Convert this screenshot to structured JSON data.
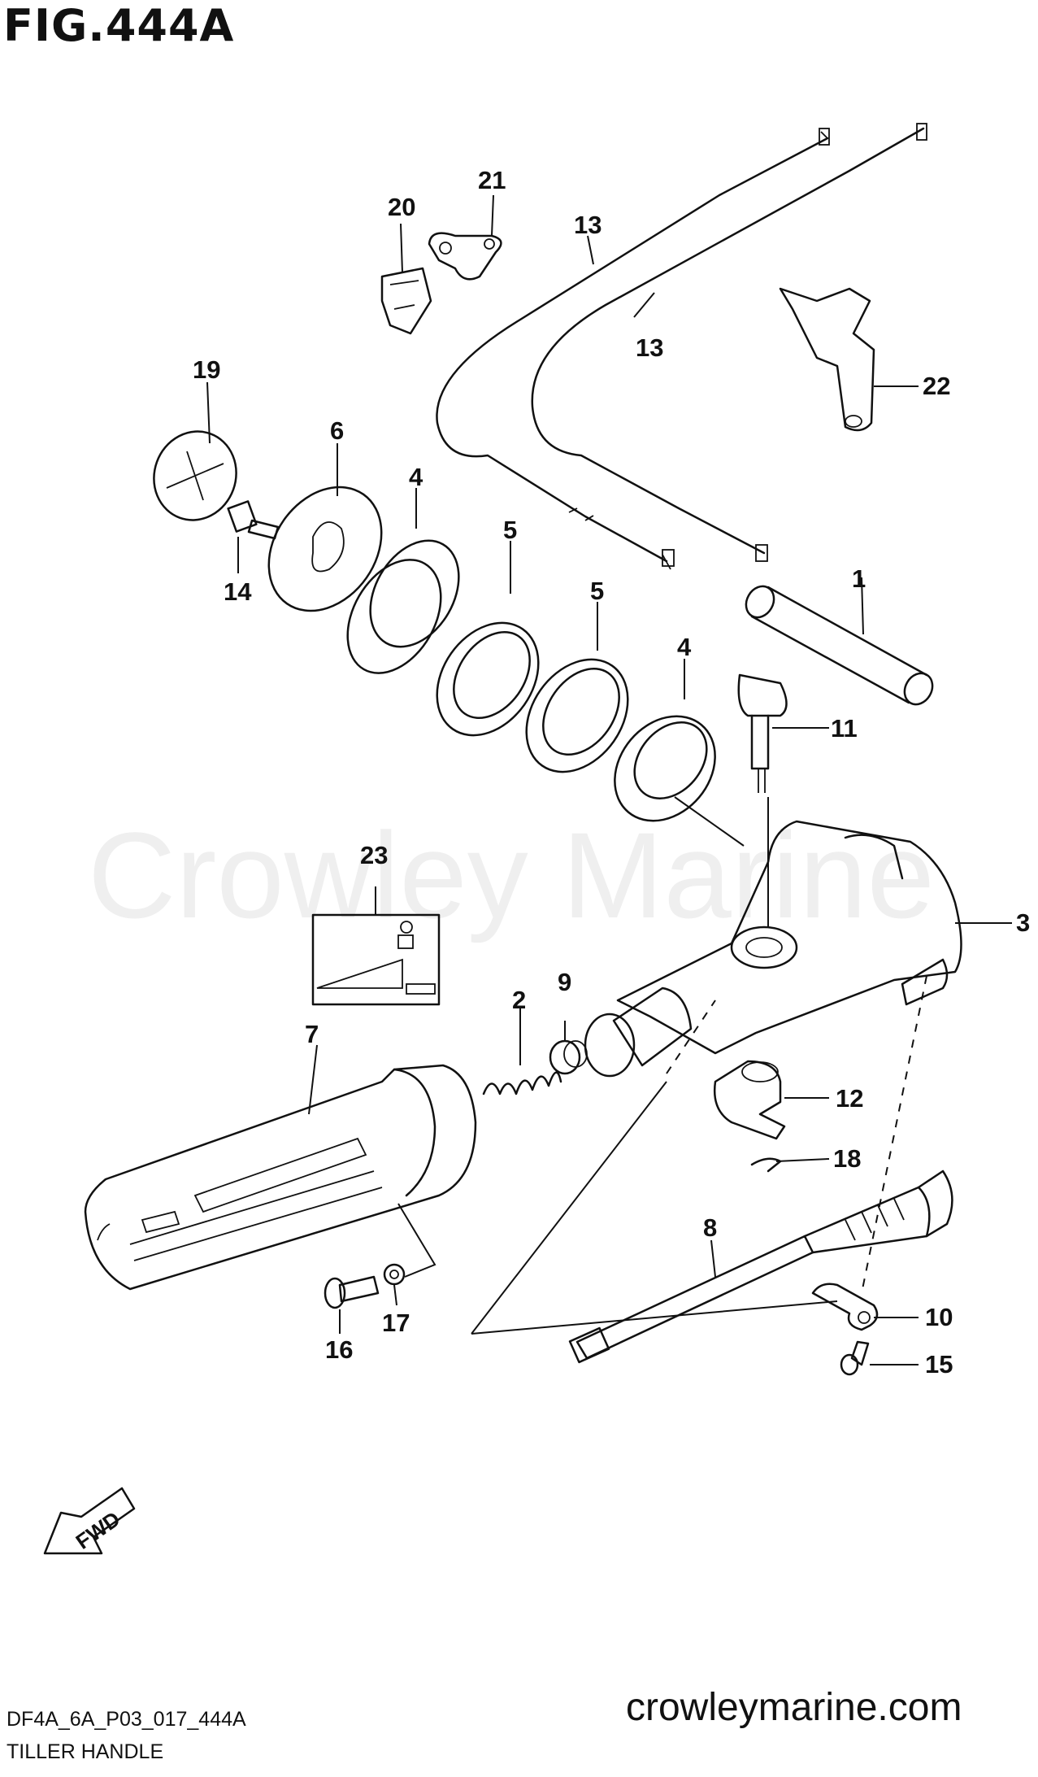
{
  "figure": {
    "title": "FIG.444A",
    "watermark": "Crowley Marine",
    "drawing_code": "DF4A_6A_P03_017_444A",
    "caption": "TILLER HANDLE",
    "website": "crowleymarine.com",
    "fwd_label": "FWD"
  },
  "callouts": [
    {
      "id": "c1",
      "text": "1"
    },
    {
      "id": "c2",
      "text": "2"
    },
    {
      "id": "c3",
      "text": "3"
    },
    {
      "id": "c4a",
      "text": "4"
    },
    {
      "id": "c4b",
      "text": "4"
    },
    {
      "id": "c5a",
      "text": "5"
    },
    {
      "id": "c5b",
      "text": "5"
    },
    {
      "id": "c6",
      "text": "6"
    },
    {
      "id": "c7",
      "text": "7"
    },
    {
      "id": "c8",
      "text": "8"
    },
    {
      "id": "c9",
      "text": "9"
    },
    {
      "id": "c10",
      "text": "10"
    },
    {
      "id": "c11",
      "text": "11"
    },
    {
      "id": "c12",
      "text": "12"
    },
    {
      "id": "c13a",
      "text": "13"
    },
    {
      "id": "c13b",
      "text": "13"
    },
    {
      "id": "c14",
      "text": "14"
    },
    {
      "id": "c15",
      "text": "15"
    },
    {
      "id": "c16",
      "text": "16"
    },
    {
      "id": "c17",
      "text": "17"
    },
    {
      "id": "c18",
      "text": "18"
    },
    {
      "id": "c19",
      "text": "19"
    },
    {
      "id": "c20",
      "text": "20"
    },
    {
      "id": "c21",
      "text": "21"
    },
    {
      "id": "c22",
      "text": "22"
    },
    {
      "id": "c23",
      "text": "23"
    }
  ]
}
